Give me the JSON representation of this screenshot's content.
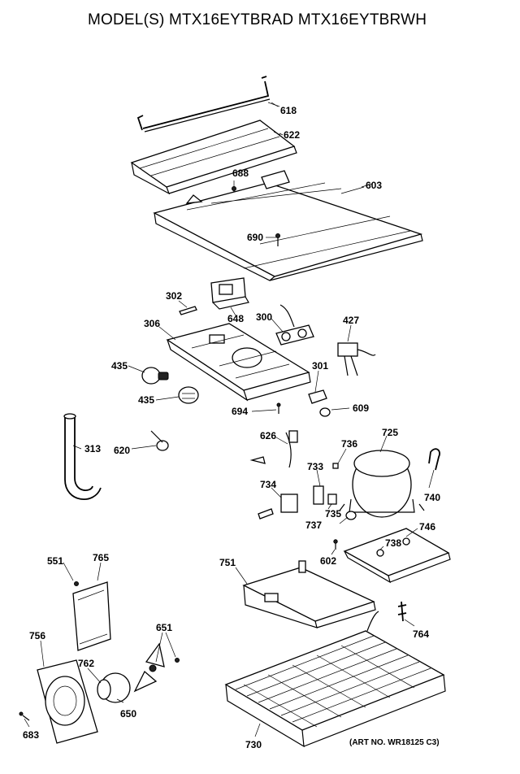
{
  "title": "MODEL(S) MTX16EYTBRAD  MTX16EYTBRWH",
  "art_no": "(ART NO. WR18125 C3)",
  "parts": [
    {
      "id": "p618",
      "label": "618"
    },
    {
      "id": "p622",
      "label": "622"
    },
    {
      "id": "p688",
      "label": "688"
    },
    {
      "id": "p603",
      "label": "603"
    },
    {
      "id": "p690",
      "label": "690"
    },
    {
      "id": "p302",
      "label": "302"
    },
    {
      "id": "p648",
      "label": "648"
    },
    {
      "id": "p300",
      "label": "300"
    },
    {
      "id": "p427",
      "label": "427"
    },
    {
      "id": "p306",
      "label": "306"
    },
    {
      "id": "p435a",
      "label": "435"
    },
    {
      "id": "p301",
      "label": "301"
    },
    {
      "id": "p435b",
      "label": "435"
    },
    {
      "id": "p694",
      "label": "694"
    },
    {
      "id": "p609",
      "label": "609"
    },
    {
      "id": "p313",
      "label": "313"
    },
    {
      "id": "p626",
      "label": "626"
    },
    {
      "id": "p736",
      "label": "736"
    },
    {
      "id": "p725",
      "label": "725"
    },
    {
      "id": "p620",
      "label": "620"
    },
    {
      "id": "p733",
      "label": "733"
    },
    {
      "id": "p734",
      "label": "734"
    },
    {
      "id": "p740",
      "label": "740"
    },
    {
      "id": "p735",
      "label": "735"
    },
    {
      "id": "p737",
      "label": "737"
    },
    {
      "id": "p746",
      "label": "746"
    },
    {
      "id": "p738",
      "label": "738"
    },
    {
      "id": "p551",
      "label": "551"
    },
    {
      "id": "p765",
      "label": "765"
    },
    {
      "id": "p751",
      "label": "751"
    },
    {
      "id": "p602",
      "label": "602"
    },
    {
      "id": "p756",
      "label": "756"
    },
    {
      "id": "p651",
      "label": "651"
    },
    {
      "id": "p762",
      "label": "762"
    },
    {
      "id": "p764",
      "label": "764"
    },
    {
      "id": "p650",
      "label": "650"
    },
    {
      "id": "p683",
      "label": "683"
    },
    {
      "id": "p730",
      "label": "730"
    }
  ]
}
